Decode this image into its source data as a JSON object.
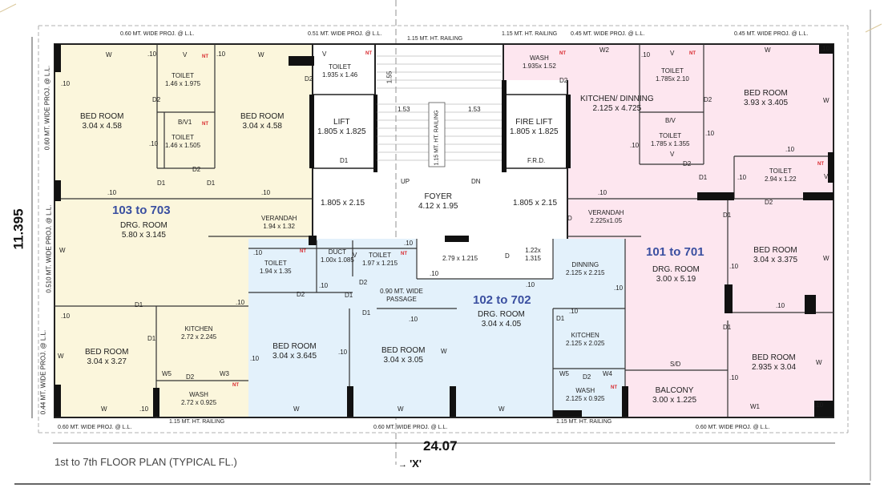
{
  "plan_title": "1st to 7th FLOOR PLAN (TYPICAL FL.)",
  "overall_width": "24.07",
  "overall_height": "11.395",
  "section_marker": "'X'",
  "colors": {
    "unit_103": "#fbf6dc",
    "unit_102": "#e3f1fb",
    "unit_101": "#fde6ef",
    "wall": "#222222",
    "unit_label": "#3a4fa0",
    "nt": "#d8262b"
  },
  "units": [
    {
      "label": "103 to 703"
    },
    {
      "label": "102 to 702"
    },
    {
      "label": "101 to 701"
    }
  ],
  "rooms": [
    {
      "name": "BED ROOM",
      "size": "3.04 x 4.58"
    },
    {
      "name": "TOILET",
      "size": "1.46 x 1.975"
    },
    {
      "name": "B/V1",
      "size": ""
    },
    {
      "name": "TOILET",
      "size": "1.46 x 1.505"
    },
    {
      "name": "BED ROOM",
      "size": "3.04 x 4.58"
    },
    {
      "name": "TOILET",
      "size": "1.935 x 1.46"
    },
    {
      "name": "LIFT",
      "size": "1.805 x 1.825"
    },
    {
      "name": "DRG. ROOM",
      "size": "5.80 x 3.145"
    },
    {
      "name": "VERANDAH",
      "size": "1.94 x 1.32"
    },
    {
      "name": "BED ROOM",
      "size": "3.04 x 3.27"
    },
    {
      "name": "KITCHEN",
      "size": "2.72 x 2.245"
    },
    {
      "name": "WASH",
      "size": "2.72 x 0.925"
    },
    {
      "name": "FOYER",
      "size": "4.12 x 1.95"
    },
    {
      "name": "FIRE LIFT",
      "size": "1.805 x 1.825"
    },
    {
      "name": "WASH",
      "size": "1.935x 1.52"
    },
    {
      "name": "KITCHEN/ DINNING",
      "size": "2.125 x 4.725"
    },
    {
      "name": "TOILET",
      "size": "1.785x 2.10"
    },
    {
      "name": "B/V",
      "size": ""
    },
    {
      "name": "TOILET",
      "size": "1.785 x 1.355"
    },
    {
      "name": "BED ROOM",
      "size": "3.93 x 3.405"
    },
    {
      "name": "TOILET",
      "size": "2.94 x 1.22"
    },
    {
      "name": "VERANDAH",
      "size": "2.225x1.05"
    },
    {
      "name": "DRG. ROOM",
      "size": "3.00 x 5.19"
    },
    {
      "name": "BED ROOM",
      "size": "3.04 x 3.375"
    },
    {
      "name": "BED ROOM",
      "size": "2.935 x 3.04"
    },
    {
      "name": "BALCONY",
      "size": "3.00 x 1.225"
    },
    {
      "name": "TOILET",
      "size": "1.94 x 1.35"
    },
    {
      "name": "DUCT",
      "size": "1.00x 1.085"
    },
    {
      "name": "TOILET",
      "size": "1.97 x 1.215"
    },
    {
      "name": "DRG. ROOM",
      "size": "3.04 x 4.05"
    },
    {
      "name": "DINNING",
      "size": "2.125 x 2.215"
    },
    {
      "name": "KITCHEN",
      "size": "2.125 x 2.025"
    },
    {
      "name": "WASH",
      "size": "2.125 x 0.925"
    },
    {
      "name": "BED ROOM",
      "size": "3.04 x 3.645"
    },
    {
      "name": "BED ROOM",
      "size": "3.04 x 3.05"
    }
  ],
  "misc_labels": {
    "passage": "0.90 MT. WIDE PASSAGE",
    "stair_railing": "1.15 MT. HT. RAILING",
    "lobby_dim_left": "1.805 x 2.15",
    "lobby_dim_right": "1.805 x 2.15",
    "shaft_dim": "2.79 x 1.215",
    "small_dim": "1.22x 1.315",
    "up": "UP",
    "dn": "DN",
    "frd": "F.R.D.",
    "stair_1": "1.53",
    "stair_2": "1.53",
    "stair_h": "1.55",
    "sd": "S/D"
  },
  "projections": {
    "top_1": "0.60 MT. WIDE PROJ. @ L.L.",
    "top_2": "0.51 MT. WIDE PROJ. @ L.L.",
    "top_3": "1.15 MT. HT. RAILING",
    "top_4": "1.15 MT. HT. RAILING",
    "top_5": "0.45 MT. WIDE PROJ. @ L.L.",
    "top_6": "0.45 MT. WIDE PROJ. @ L.L.",
    "bottom_1": "0.60 MT. WIDE PROJ. @ L.L.",
    "bottom_2": "1.15 MT. HT. RAILING",
    "bottom_3": "0.60 MT. WIDE PROJ. @ L.L.",
    "bottom_4": "1.15 MT. HT. RAILING",
    "bottom_5": "0.60 MT. WIDE PROJ. @ L.L.",
    "left_1": "0.60 MT. WIDE PROJ. @ L.L.",
    "left_2": "0.510 MT. WIDE PROJ. @ L.L.",
    "left_3": "0.44 MT. WIDE PROJ. @ L.L."
  },
  "tags": {
    "w": "W",
    "v": "V",
    "w2": "W2",
    "w1": "W1",
    "w3": "W3",
    "w4": "W4",
    "w5": "W5",
    "d": "D",
    "d1": "D1",
    "d2": "D2",
    "t10": ".10",
    "nt": "NT"
  }
}
